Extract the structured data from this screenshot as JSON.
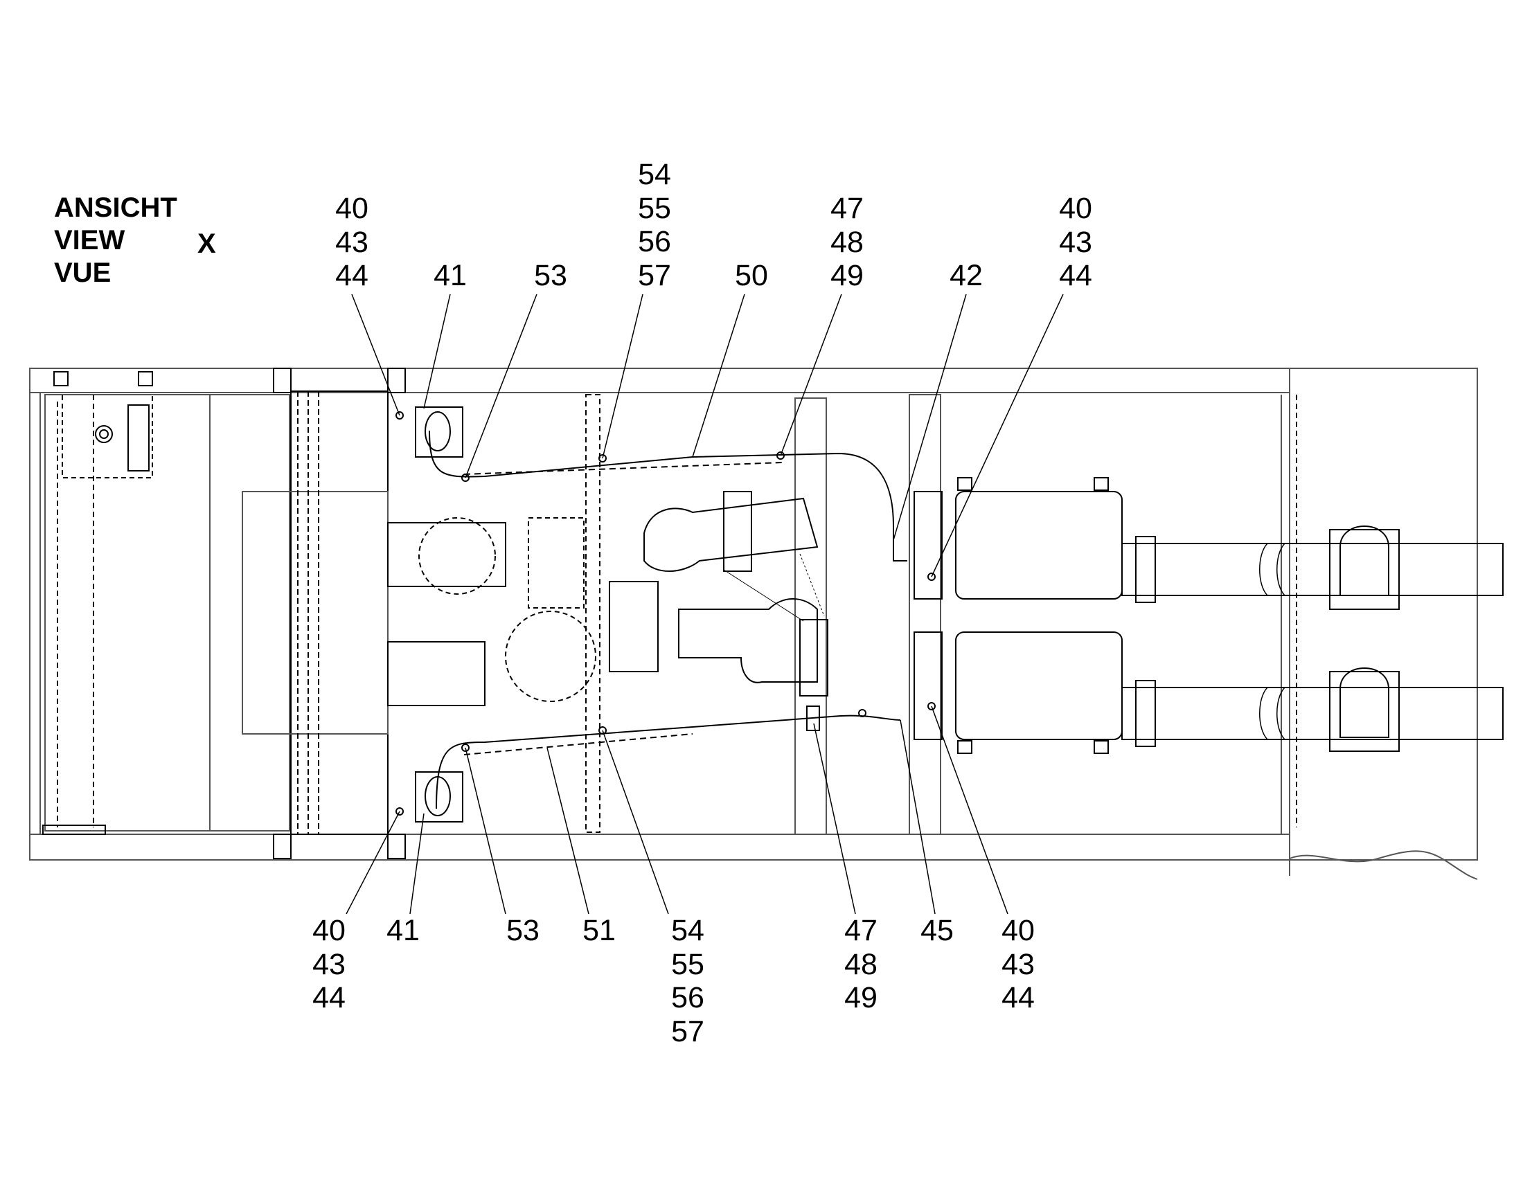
{
  "view_title": {
    "lines": [
      "ANSICHT",
      "VIEW",
      "VUE"
    ],
    "view_letter": "X"
  },
  "callouts": {
    "top": [
      {
        "id": "t1",
        "numbers": [
          "40",
          "43",
          "44"
        ]
      },
      {
        "id": "t2",
        "numbers": [
          "41"
        ]
      },
      {
        "id": "t3",
        "numbers": [
          "53"
        ]
      },
      {
        "id": "t4",
        "numbers": [
          "54",
          "55",
          "56",
          "57"
        ]
      },
      {
        "id": "t5",
        "numbers": [
          "50"
        ]
      },
      {
        "id": "t6",
        "numbers": [
          "47",
          "48",
          "49"
        ]
      },
      {
        "id": "t7",
        "numbers": [
          "42"
        ]
      },
      {
        "id": "t8",
        "numbers": [
          "40",
          "43",
          "44"
        ]
      }
    ],
    "bottom": [
      {
        "id": "b1",
        "numbers": [
          "40",
          "43",
          "44"
        ]
      },
      {
        "id": "b2",
        "numbers": [
          "41"
        ]
      },
      {
        "id": "b3",
        "numbers": [
          "53"
        ]
      },
      {
        "id": "b4",
        "numbers": [
          "51"
        ]
      },
      {
        "id": "b5",
        "numbers": [
          "54",
          "55",
          "56",
          "57"
        ]
      },
      {
        "id": "b6",
        "numbers": [
          "47",
          "48",
          "49"
        ]
      },
      {
        "id": "b7",
        "numbers": [
          "45"
        ]
      },
      {
        "id": "b8",
        "numbers": [
          "40",
          "43",
          "44"
        ]
      }
    ]
  },
  "colors": {
    "line": "#000000",
    "frame": "#555555",
    "background": "#ffffff"
  }
}
